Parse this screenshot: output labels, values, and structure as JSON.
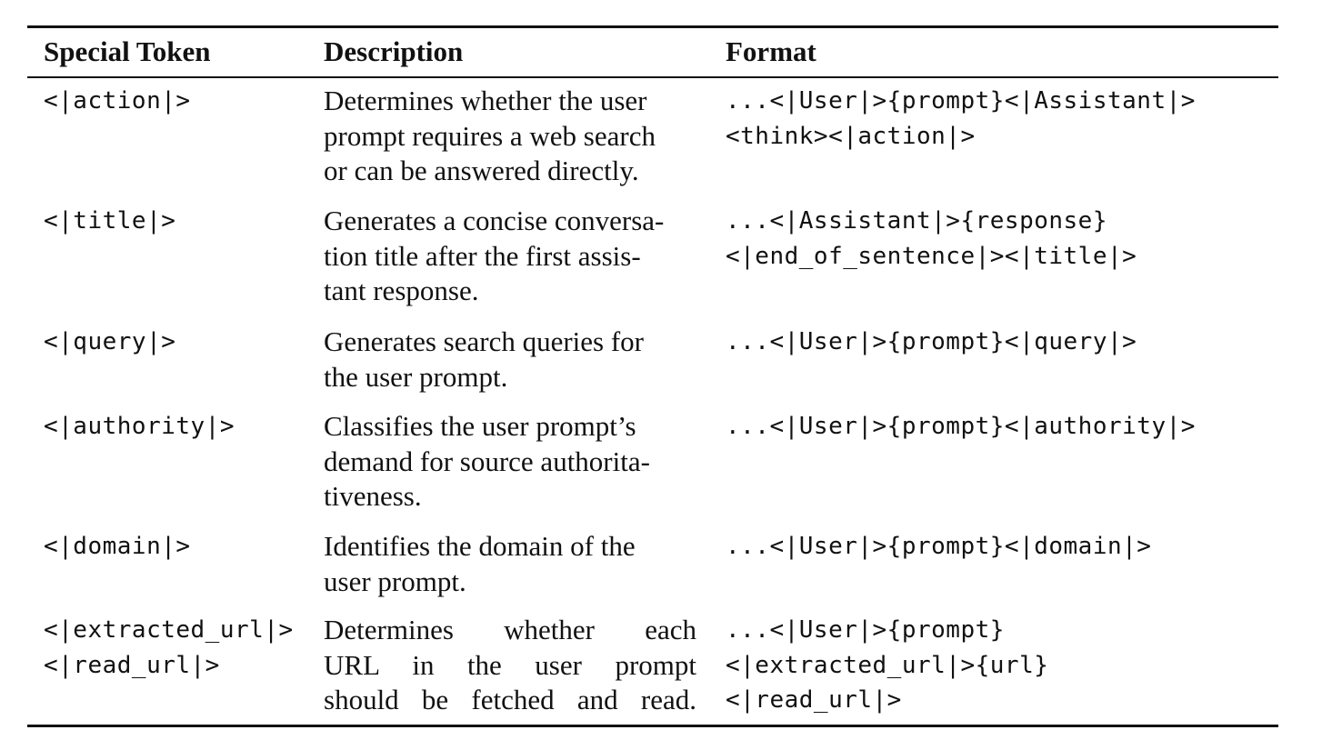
{
  "headers": [
    "Special Token",
    "Description",
    "Format"
  ],
  "rows": [
    {
      "token": [
        "<|action|>"
      ],
      "description": [
        "Determines whether the user",
        "prompt requires a web search",
        "or can be answered directly."
      ],
      "format": [
        "...<|User|>{prompt}<|Assistant|>",
        "<think><|action|>"
      ]
    },
    {
      "token": [
        "<|title|>"
      ],
      "description": [
        "Generates a concise conversa-",
        "tion title after the first assis-",
        "tant response."
      ],
      "format": [
        "...<|Assistant|>{response}",
        "<|end_of_sentence|><|title|>"
      ]
    },
    {
      "token": [
        "<|query|>"
      ],
      "description": [
        "Generates search queries for",
        "the user prompt."
      ],
      "format": [
        "...<|User|>{prompt}<|query|>"
      ]
    },
    {
      "token": [
        "<|authority|>"
      ],
      "description": [
        "Classifies the user prompt’s",
        "demand for source authorita-",
        "tiveness."
      ],
      "format": [
        "...<|User|>{prompt}<|authority|>"
      ]
    },
    {
      "token": [
        "<|domain|>"
      ],
      "description": [
        "Identifies the domain of the",
        "user prompt."
      ],
      "format": [
        "...<|User|>{prompt}<|domain|>"
      ]
    },
    {
      "token": [
        "<|extracted_url|>",
        "<|read_url|>"
      ],
      "description": [
        "Determines whether each",
        "URL in the user prompt",
        "should be fetched and read."
      ],
      "format": [
        "...<|User|>{prompt}",
        "<|extracted_url|>{url}",
        "<|read_url|>"
      ]
    }
  ]
}
